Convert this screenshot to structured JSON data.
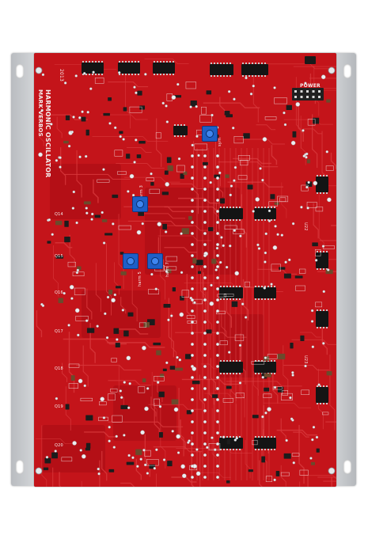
{
  "board": {
    "title_line1": "HARMONIC OSCILLATOR",
    "title_line2": "MARK VERBOS",
    "year": "2013",
    "power_label": "POWER",
    "trim_labels": [
      "harm 3",
      "harm 5",
      "harm 7",
      "sym"
    ],
    "ref_labels": [
      "Q14",
      "Q15",
      "Q16",
      "Q17",
      "Q18",
      "Q19",
      "Q20",
      "U22",
      "U23"
    ]
  }
}
